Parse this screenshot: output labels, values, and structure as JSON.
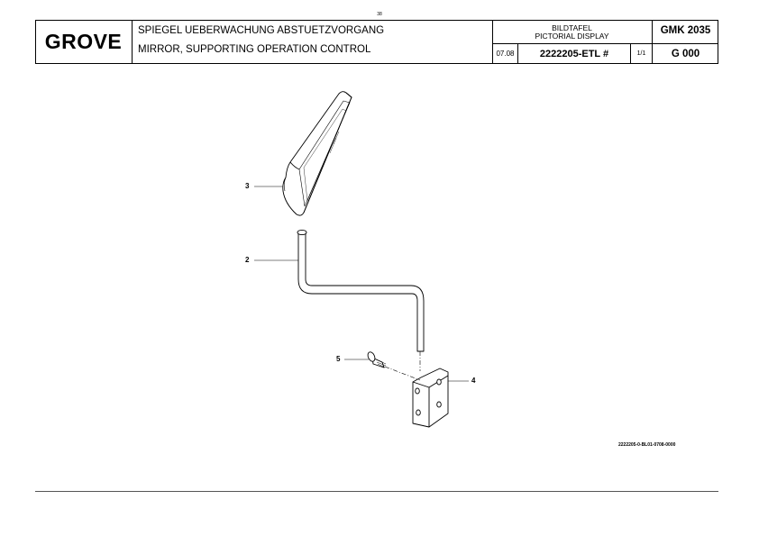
{
  "page_number": "38",
  "header": {
    "logo_text": "GROVE",
    "title_de": "SPIEGEL UEBERWACHUNG ABSTUETZVORGANG",
    "title_en": "MIRROR, SUPPORTING OPERATION CONTROL",
    "bildtafel_line1": "BILDTAFEL",
    "bildtafel_line2": "PICTORIAL DISPLAY",
    "date": "07.08",
    "order_number": "2222205-ETL #",
    "sheet": "1/1",
    "model": "GMK 2035",
    "group": "G 000"
  },
  "callouts": {
    "item_3": "3",
    "item_2": "2",
    "item_5": "5",
    "item_4": "4"
  },
  "drawing_reference": "2222205-0-BL01-0708-0000"
}
